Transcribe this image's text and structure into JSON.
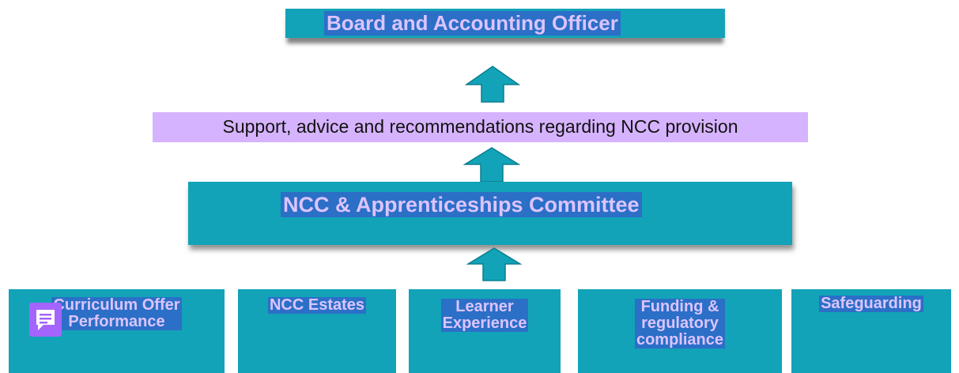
{
  "top_box": {
    "label": "Board and Accounting Officer"
  },
  "support": {
    "label": "Support, advice and recommendations regarding NCC provision"
  },
  "committee": {
    "label": "NCC & Apprenticeships Committee"
  },
  "bottom_boxes": [
    {
      "line1": "Curriculum Offer",
      "line2": "Performance"
    },
    {
      "line1": "NCC Estates"
    },
    {
      "line1": "Learner",
      "line2": "Experience"
    },
    {
      "line1": "Funding &",
      "line2": "regulatory",
      "line3": "compliance"
    },
    {
      "line1": "Safeguarding"
    }
  ],
  "colors": {
    "box": "#12a3b8",
    "highlight": "#2b6fc7",
    "highlight_text": "#dcc4ff",
    "support_bg": "#d6b3ff",
    "comment_icon": "#a464ff"
  },
  "icons": [
    "up-arrow-icon",
    "comment-icon"
  ]
}
